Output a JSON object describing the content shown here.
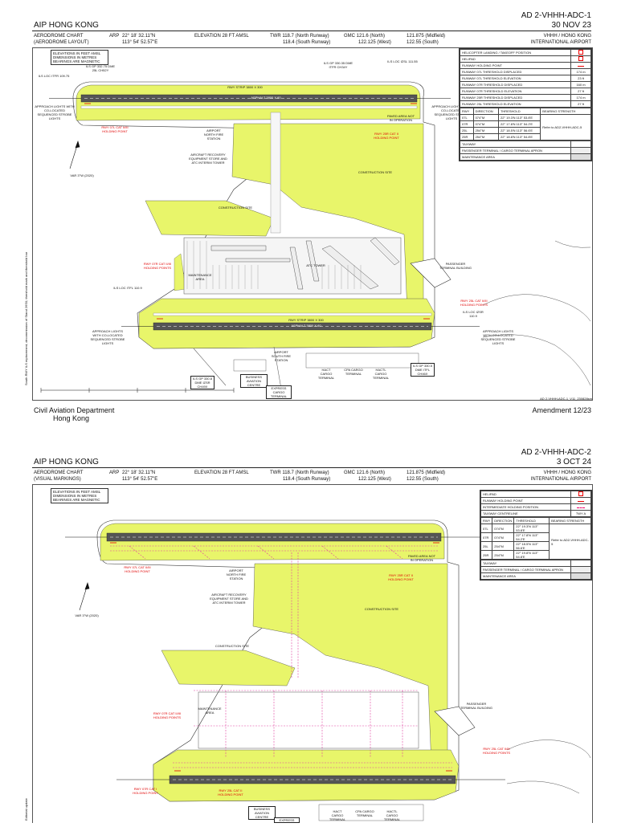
{
  "page1": {
    "header": {
      "aip": "AIP HONG KONG",
      "ad_code": "AD 2-VHHH-ADC-1",
      "date": "30 NOV 23",
      "chart_title": "AERODROME CHART",
      "chart_subtitle": "(AERODROME LAYOUT)",
      "arp_label": "ARP",
      "arp_lat": "22° 18' 32.11\"N",
      "arp_lon": "113° 54' 52.57\"E",
      "elevation": "ELEVATION 28 FT AMSL",
      "twr_1": "TWR 118.7 (North Runway)",
      "twr_2": "118.4 (South Runway)",
      "gmc_1": "GMC 121.6 (North)",
      "gmc_2": "122.125 (West)",
      "gmc_3": "121.875 (Midfield)",
      "gmc_4": "122.55 (South)",
      "airport_1": "VHHH / HONG KONG",
      "airport_2": "INTERNATIONAL AIRPORT"
    },
    "notes": [
      "ELEVATIONS IN FEET AMSL",
      "DIMENSIONS IN METRES",
      "BEARINGS ARE MAGNETIC"
    ],
    "legend": {
      "items": [
        "HELICOPTER LANDING / TAKEOFF POSITION",
        "HELIPAD",
        "RUNWAY HOLDING POINT",
        "RUNWAY 07L THRESHOLD DISPLACED",
        "RUNWAY 07L THRESHOLD ELEVATION",
        "RUNWAY 07R THRESHOLD DISPLACED",
        "RUNWAY 07R THRESHOLD ELEVATION",
        "RUNWAY 25R THRESHOLD DISPLACED",
        "RUNWAY 25L THRESHOLD ELEVATION"
      ],
      "values": [
        "",
        "",
        "",
        "174 m",
        "23 ft",
        "160 m",
        "27 ft",
        "174 m",
        "27 ft"
      ],
      "table_headers": [
        "RWY",
        "DIRECTION",
        "THRESHOLD",
        "BEARING STRENGTH"
      ],
      "rows": [
        {
          "rwy": "07L",
          "dir": "074°M",
          "thr": "22° 19.3'N 113° 53.8'E"
        },
        {
          "rwy": "07R",
          "dir": "074°M",
          "thr": "22° 17.8'N 113° 54.2'E"
        },
        {
          "rwy": "25L",
          "dir": "254°M",
          "thr": "22° 18.5'N 113° 56.6'E"
        },
        {
          "rwy": "25R",
          "dir": "254°M",
          "thr": "22° 18.8'N 113° 54.8'E"
        }
      ],
      "bearing": "Refer to AD2-VHHH-ADC-5",
      "area_items": [
        "TAXIWAY",
        "PASSENGER TERMINAL / CARGO TERMINAL APRON",
        "MAINTENANCE AREA"
      ]
    },
    "labels": {
      "ils_loc_n": "ILS LOC ITFR 109.75",
      "ils_gp_n": "ILS GP 332.75 DME 25L CH52Y",
      "ils_loc_e": "ILS LOC IZSL 111.55",
      "ils_gp_e": "ILS GP 330.35 DME ITFR CH34Y",
      "rwy_strip_n": "RWY STRIP 3800 X 300",
      "asphalt_n": "ASPHALT 3800 X 60",
      "rwy_strip_s": "RWY STRIP 3800 X 300",
      "asphalt_s": "ASPHALT 3800 X 60",
      "approach_w": "APPROACH LIGHTS WITH CO-LOCATED SEQUENCED STROBE LIGHTS",
      "approach_e": "APPROACH LIGHTS WITH CO-LOCATED SEQUENCED STROBE LIGHTS",
      "var": "VAR 3°W (2020)",
      "hold_07l": "RWY 07L CAT II/III HOLDING POINT",
      "hold_25r": "RWY 25R CAT II HOLDING POINT",
      "hold_07r": "RWY 07R CAT II/III HOLDING POINTS",
      "hold_25l": "RWY 25L CAT II/III HOLDING POINTS",
      "fire_n": "AIRPORT NORTH FIRE STATION",
      "recovery": "AIRCRAFT RECOVERY EQUIPMENT STORE AND ATC INTERIM TOWER",
      "construction_1": "CONSTRUCTION SITE",
      "construction_2": "CONSTRUCTION SITE",
      "maintenance": "MAINTENANCE AREA",
      "atc_tower": "ATC TOWER",
      "pax_terminal": "PASSENGER TERMINAL BUILDING",
      "ils_loc_w": "ILS LOC ITFL 110.9",
      "ils_loc_se": "ILS LOC IZSR 110.9",
      "south_fire": "AIRPORT SOUTH FIRE STATION",
      "business": "BUSINESS AVIATION CENTRE",
      "express": "EXPRESS CARGO TERMINAL",
      "hact": "HACT CARGO TERMINAL",
      "cpa": "CPA CARGO TERMINAL",
      "hact2": "HACTL CARGO TERMINAL",
      "ils_gp_s": "ILS GP 330.8 DME IZSR CH49X",
      "ils_gp_se": "ILS GP 330.5 DME ITFL CH46X",
      "paved": "PAVED AREA NOT IN OPERATION",
      "tagline": "AD 2-VHHH-ADC-1_V11_230828sm"
    },
    "side_note": "South RWY ILS replacement; decommission of Stand 26S0; threshold mark and threshold bar",
    "footer": {
      "dept": "Civil Aviation Department",
      "place": "Hong Kong",
      "amendment": "Amendment 12/23"
    }
  },
  "page2": {
    "header": {
      "aip": "AIP HONG KONG",
      "ad_code": "AD 2-VHHH-ADC-2",
      "date": "3 OCT 24",
      "chart_title": "AERODROME CHART",
      "chart_subtitle": "(VISUAL MARKINGS)",
      "arp_label": "ARP",
      "arp_lat": "22° 18' 32.11\"N",
      "arp_lon": "113° 54' 52.57\"E",
      "elevation": "ELEVATION 28 FT AMSL",
      "twr_1": "TWR 118.7 (North Runway)",
      "twr_2": "118.4 (South Runway)",
      "gmc_1": "GMC 121.6 (North)",
      "gmc_2": "122.125 (West)",
      "gmc_3": "121.875 (Midfield)",
      "gmc_4": "122.55 (South)",
      "airport_1": "VHHH / HONG KONG",
      "airport_2": "INTERNATIONAL AIRPORT"
    },
    "notes": [
      "ELEVATIONS IN FEET AMSL",
      "DIMENSIONS IN METRES",
      "BEARINGS ARE MAGNETIC"
    ],
    "legend": {
      "items": [
        "HELIPAD",
        "RUNWAY HOLDING POINT",
        "INTERMEDIATE HOLDING POSITION",
        "TAXIWAY CENTRELINE"
      ],
      "twy_a": "TWY A",
      "table_headers": [
        "RWY",
        "DIRECTION",
        "THRESHOLD",
        "BEARING STRENGTH"
      ],
      "rows": [
        {
          "rwy": "07L",
          "dir": "074°M",
          "thr": "22° 19.3'N 113° 53.8'E"
        },
        {
          "rwy": "07R",
          "dir": "074°M",
          "thr": "22° 17.8'N 113° 54.2'E"
        },
        {
          "rwy": "25L",
          "dir": "254°M",
          "thr": "22° 18.5'N 113° 56.6'E"
        },
        {
          "rwy": "25R",
          "dir": "254°M",
          "thr": "22° 19.8'N 113° 54.8'E"
        }
      ],
      "bearing": "Refer to AD2-VHHH-ADC-5",
      "area_items": [
        "TAXIWAY",
        "PASSENGER TERMINAL / CARGO TERMINAL APRON",
        "MAINTENANCE AREA"
      ]
    },
    "labels": {
      "var": "VAR 3°W (2020)",
      "hold_07l": "RWY 07L CAT II/III HOLDING POINT",
      "hold_25r": "RWY 25R CAT II HOLDING POINT",
      "hold_07r": "RWY 07R CAT II/III HOLDING POINTS",
      "hold_25l": "RWY 25L CAT II/III HOLDING POINTS",
      "hold_07r2": "RWY 07R CAT I HOLDING POINT",
      "hold_25l2": "RWY 25L CAT II HOLDING POINT",
      "fire_n": "AIRPORT NORTH FIRE STATION",
      "recovery": "AIRCRAFT RECOVERY EQUIPMENT STORE AND ATC INTERIM TOWER",
      "construction_1": "CONSTRUCTION SITE",
      "construction_2": "CONSTRUCTION SITE",
      "maintenance": "MAINTENANCE AREA",
      "pax_terminal": "PASSENGER TERMINAL BUILDING",
      "paved": "PAVED AREA NOT IN OPERATION",
      "business": "BUSINESS AVIATION CENTRE",
      "express": "EXPRESS",
      "hact": "HACT CARGO TERMINAL",
      "cpa": "CPA CARGO TERMINAL",
      "hact2": "HACTL CARGO TERMINAL"
    },
    "side_note": "Editorial update"
  }
}
